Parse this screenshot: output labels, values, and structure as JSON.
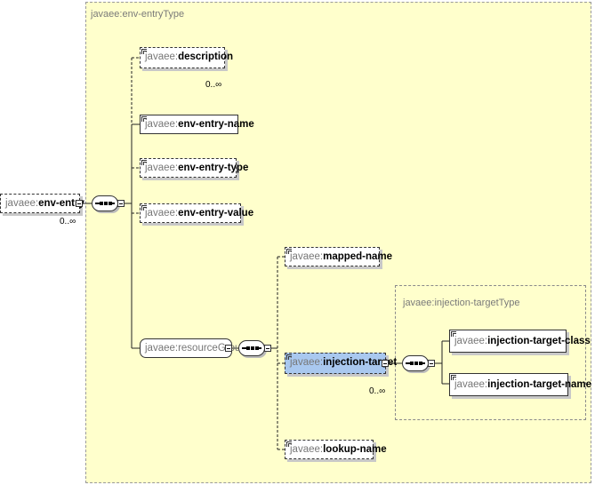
{
  "outer_type": {
    "label": "javaee:env-entryType"
  },
  "inner_type": {
    "label": "javaee:injection-targetType"
  },
  "root": {
    "ns": "javaee:",
    "name": "env-entry",
    "cardinality": "0..∞"
  },
  "children": [
    {
      "ns": "javaee:",
      "name": "description",
      "cardinality": "0..∞"
    },
    {
      "ns": "javaee:",
      "name": "env-entry-name"
    },
    {
      "ns": "javaee:",
      "name": "env-entry-type"
    },
    {
      "ns": "javaee:",
      "name": "env-entry-value"
    }
  ],
  "group": {
    "label": "javaee:resourceGroup"
  },
  "group_children": [
    {
      "ns": "javaee:",
      "name": "mapped-name"
    },
    {
      "ns": "javaee:",
      "name": "injection-target",
      "cardinality": "0..∞"
    },
    {
      "ns": "javaee:",
      "name": "lookup-name"
    }
  ],
  "target_children": [
    {
      "ns": "javaee:",
      "name": "injection-target-class"
    },
    {
      "ns": "javaee:",
      "name": "injection-target-name"
    }
  ],
  "icons": {
    "sequence": "sequence-compositor-icon",
    "expander": "collapse-box-icon",
    "corner": "element-corner-icon"
  },
  "colors": {
    "type_background": "#ffffcc",
    "selected": "#a9c8ef"
  }
}
